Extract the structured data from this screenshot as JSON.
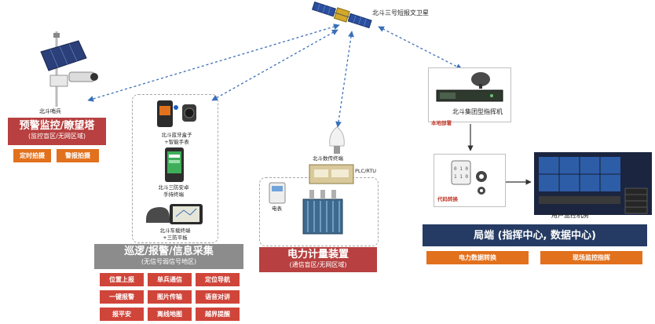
{
  "satellite": {
    "label": "北斗三号短报文卫星"
  },
  "left": {
    "device_label": "北斗哨兵",
    "title": "预警监控/瞭望塔",
    "subtitle": "(监控盲区/无网区域)",
    "buttons": [
      "定时拍摄",
      "警报拍摄"
    ]
  },
  "middle": {
    "devices": [
      {
        "label": "北斗蓝牙盒子\n+智能手表"
      },
      {
        "label": "北斗三防安卓\n手持终端"
      },
      {
        "label": "北斗车载终端\n+三防平板"
      }
    ],
    "title": "巡逻/报警/信息采集",
    "subtitle": "(无信号弱信号地区)",
    "buttons": [
      [
        "位置上报",
        "单兵通信",
        "定位导航"
      ],
      [
        "一键报警",
        "图片传输",
        "语音对讲"
      ],
      [
        "报平安",
        "离线地图",
        "越界提醒"
      ]
    ]
  },
  "power": {
    "antenna_label": "北斗数传终端",
    "plc_label": "PLC/RTU",
    "meter_label": "电表",
    "title": "电力计量装置",
    "subtitle": "(通信盲区/无网区域)"
  },
  "right": {
    "commander_label": "北斗集团型指挥机",
    "deploy_label": "本地部署",
    "decoder_label": "代码转换",
    "room_label": "用户监控机房",
    "title": "局端 (指挥中心, 数据中心)",
    "buttons": [
      "电力数据转换",
      "现场监控指挥"
    ]
  },
  "colors": {
    "red_title": "#b84040",
    "gray_title": "#8c8c8c",
    "navy_title": "#253b63",
    "orange_button": "#e2711d",
    "link_blue": "#3a6fb8"
  }
}
